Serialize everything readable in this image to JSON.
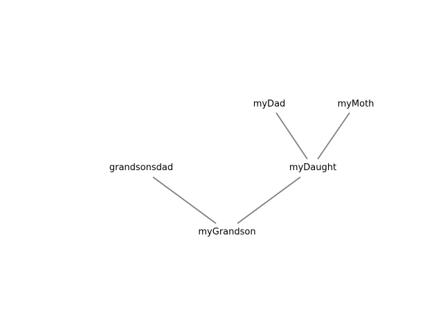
{
  "diagram": {
    "edge_color": "#808080",
    "nodes": [
      {
        "id": "myDad",
        "label": "myDad"
      },
      {
        "id": "myMoth",
        "label": "myMoth"
      },
      {
        "id": "grandsonsdad",
        "label": "grandsonsdad"
      },
      {
        "id": "myDaught",
        "label": "myDaught"
      },
      {
        "id": "myGrandson",
        "label": "myGrandson"
      }
    ],
    "edges": [
      {
        "from": "myDad",
        "to": "myDaught"
      },
      {
        "from": "myMoth",
        "to": "myDaught"
      },
      {
        "from": "grandsonsdad",
        "to": "myGrandson"
      },
      {
        "from": "myDaught",
        "to": "myGrandson"
      }
    ]
  }
}
